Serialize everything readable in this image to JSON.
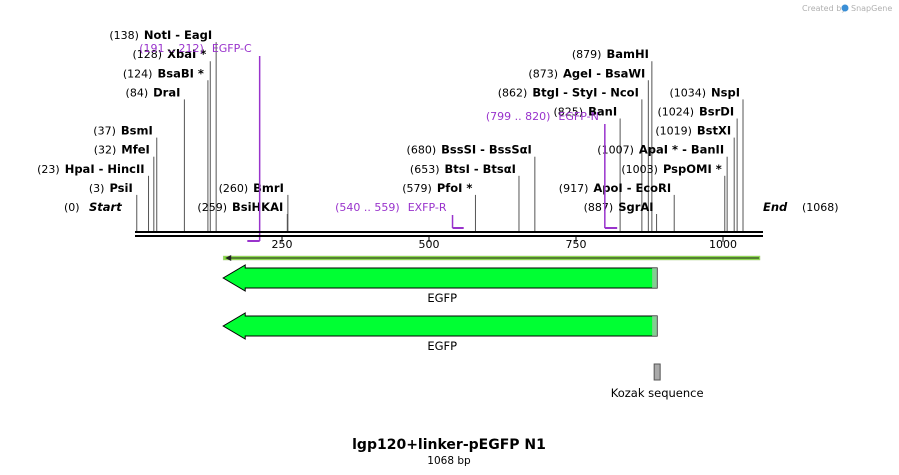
{
  "credit": {
    "text": "Created by",
    "app": "SnapGene"
  },
  "title": "lgp120+linker-pEGFP N1",
  "subtitle": "1068 bp",
  "sequence": {
    "length": 1068,
    "ticks": [
      250,
      500,
      750,
      1000
    ],
    "start_label": "Start",
    "end_label": "End",
    "start_pos": "(0)",
    "end_pos": "(1068)"
  },
  "sites": [
    {
      "pos": "(3)",
      "name": "PsiI",
      "star": false,
      "bp": 3,
      "row": 1
    },
    {
      "pos": "(23)",
      "name": "HpaI - HincII",
      "star": false,
      "bp": 23,
      "row": 2
    },
    {
      "pos": "(32)",
      "name": "MfeI",
      "star": false,
      "bp": 32,
      "row": 3
    },
    {
      "pos": "(37)",
      "name": "BsmI",
      "star": false,
      "bp": 37,
      "row": 4
    },
    {
      "pos": "(84)",
      "name": "DraI",
      "star": false,
      "bp": 84,
      "row": 6
    },
    {
      "pos": "(124)",
      "name": "BsaBI",
      "star": true,
      "bp": 124,
      "row": 7
    },
    {
      "pos": "(128)",
      "name": "XbaI",
      "star": true,
      "bp": 128,
      "row": 8
    },
    {
      "pos": "(138)",
      "name": "NotI - EagI",
      "star": false,
      "bp": 138,
      "row": 9
    },
    {
      "pos": "(259)",
      "name": "BsiHKAI",
      "star": false,
      "bp": 259,
      "row": 0
    },
    {
      "pos": "(260)",
      "name": "BmrI",
      "star": false,
      "bp": 260,
      "row": 1
    },
    {
      "pos": "(579)",
      "name": "PfoI",
      "star": true,
      "bp": 579,
      "row": 1
    },
    {
      "pos": "(653)",
      "name": "BtsI - BtsαI",
      "star": false,
      "bp": 653,
      "row": 2
    },
    {
      "pos": "(680)",
      "name": "BssSI - BssSαI",
      "star": false,
      "bp": 680,
      "row": 3
    },
    {
      "pos": "(825)",
      "name": "BanI",
      "star": false,
      "bp": 825,
      "row": 5
    },
    {
      "pos": "(862)",
      "name": "BtgI - StyI - NcoI",
      "star": false,
      "bp": 862,
      "row": 6
    },
    {
      "pos": "(873)",
      "name": "AgeI - BsaWI",
      "star": false,
      "bp": 873,
      "row": 7
    },
    {
      "pos": "(879)",
      "name": "BamHI",
      "star": false,
      "bp": 879,
      "row": 8
    },
    {
      "pos": "(887)",
      "name": "SgrAI",
      "star": false,
      "bp": 887,
      "row": 0
    },
    {
      "pos": "(917)",
      "name": "ApoI - EcoRI",
      "star": false,
      "bp": 917,
      "row": 1
    },
    {
      "pos": "(1003)",
      "name": "PspOMI",
      "star": true,
      "bp": 1003,
      "row": 2
    },
    {
      "pos": "(1007)",
      "name": "ApaI * - BanII",
      "star": false,
      "bp": 1007,
      "row": 3
    },
    {
      "pos": "(1019)",
      "name": "BstXI",
      "star": false,
      "bp": 1019,
      "row": 4
    },
    {
      "pos": "(1024)",
      "name": "BsrDI",
      "star": false,
      "bp": 1024,
      "row": 5
    },
    {
      "pos": "(1034)",
      "name": "NspI",
      "star": false,
      "bp": 1034,
      "row": 6
    }
  ],
  "primers": [
    {
      "range": "(191 .. 212)",
      "name": "EGFP-C",
      "start": 191,
      "end": 212,
      "direction": "forward"
    },
    {
      "range": "(540 .. 559)",
      "name": "EXFP-R",
      "start": 540,
      "end": 559,
      "direction": "reverse"
    },
    {
      "range": "(799 .. 820)",
      "name": "EGFP-N",
      "start": 799,
      "end": 820,
      "direction": "reverse"
    }
  ],
  "features": [
    {
      "name": "",
      "start": 150,
      "end": 1068,
      "color": "#88dd44",
      "kind": "thin-arrow"
    },
    {
      "name": "EGFP",
      "start": 150,
      "end": 888,
      "color": "#00ff33",
      "kind": "arrow"
    },
    {
      "name": "EGFP",
      "start": 150,
      "end": 888,
      "color": "#00ff33",
      "kind": "arrow"
    },
    {
      "name": "Kozak sequence",
      "start": 883,
      "end": 893,
      "color": "#aaaaaa",
      "kind": "box"
    }
  ]
}
